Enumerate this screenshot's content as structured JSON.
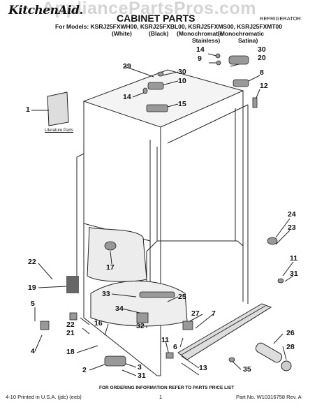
{
  "watermark": "AppliancePartsPros.com",
  "header": {
    "brand": "KitchenAid.",
    "title": "CABINET PARTS",
    "category": "REFRIGERATOR",
    "models_line": "For Models: KSRJ25FXWH00, KSRJ25FXBL00, KSRJ25FXMS00, KSRJ25FXMT00",
    "variants": [
      "(White)",
      "(Black)",
      "(Monochromatic",
      "(Monochromatic"
    ],
    "variants_line2": [
      "Stainless)",
      "Satina)"
    ]
  },
  "diagram": {
    "literature_label": "Literature Parts",
    "callouts": [
      "29",
      "30",
      "10",
      "14",
      "15",
      "30",
      "14",
      "20",
      "9",
      "8",
      "12",
      "1",
      "24",
      "23",
      "11",
      "31",
      "22",
      "19",
      "17",
      "33",
      "25",
      "5",
      "34",
      "32",
      "27",
      "7",
      "22",
      "21",
      "16",
      "6",
      "26",
      "28",
      "11",
      "18",
      "2",
      "3",
      "31",
      "13",
      "35",
      "4"
    ]
  },
  "footer": {
    "notice": "FOR ORDERING INFORMATION REFER TO PARTS PRICE LIST",
    "printed": "4-10 Printed in U.S.A. (jdc) (eeb)",
    "page": "1",
    "part_no": "Part No. W10316758 Rev. A"
  }
}
